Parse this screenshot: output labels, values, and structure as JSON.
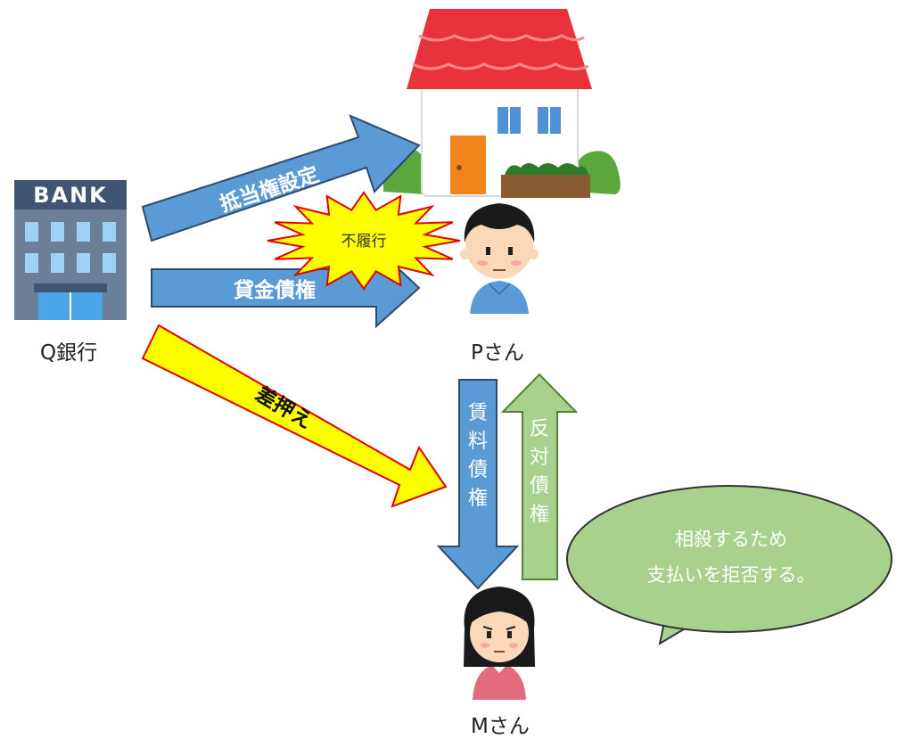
{
  "bank": {
    "sign": "BANK",
    "label": "Q銀行"
  },
  "p_person": {
    "label": "Pさん"
  },
  "m_person": {
    "label": "Mさん"
  },
  "arrows": {
    "mortgage": "抵当権設定",
    "loan_claim": "貸金債権",
    "seizure": "差押え",
    "rent_claim": [
      "賃",
      "料",
      "債",
      "権"
    ],
    "counter_claim": [
      "反",
      "対",
      "債",
      "権"
    ]
  },
  "default_burst": "不履行",
  "speech_bubble": {
    "line1": "相殺するため",
    "line2": "支払いを拒否する。"
  },
  "colors": {
    "blue_arrow": "#5b9bd5",
    "blue_arrow_border": "#2e4a6e",
    "green_arrow": "#a9d18e",
    "green_arrow_border": "#548235",
    "yellow": "#ffff00",
    "red_border": "#e00000",
    "roof": "#e8323c",
    "bank_building": "#6b7f99"
  }
}
